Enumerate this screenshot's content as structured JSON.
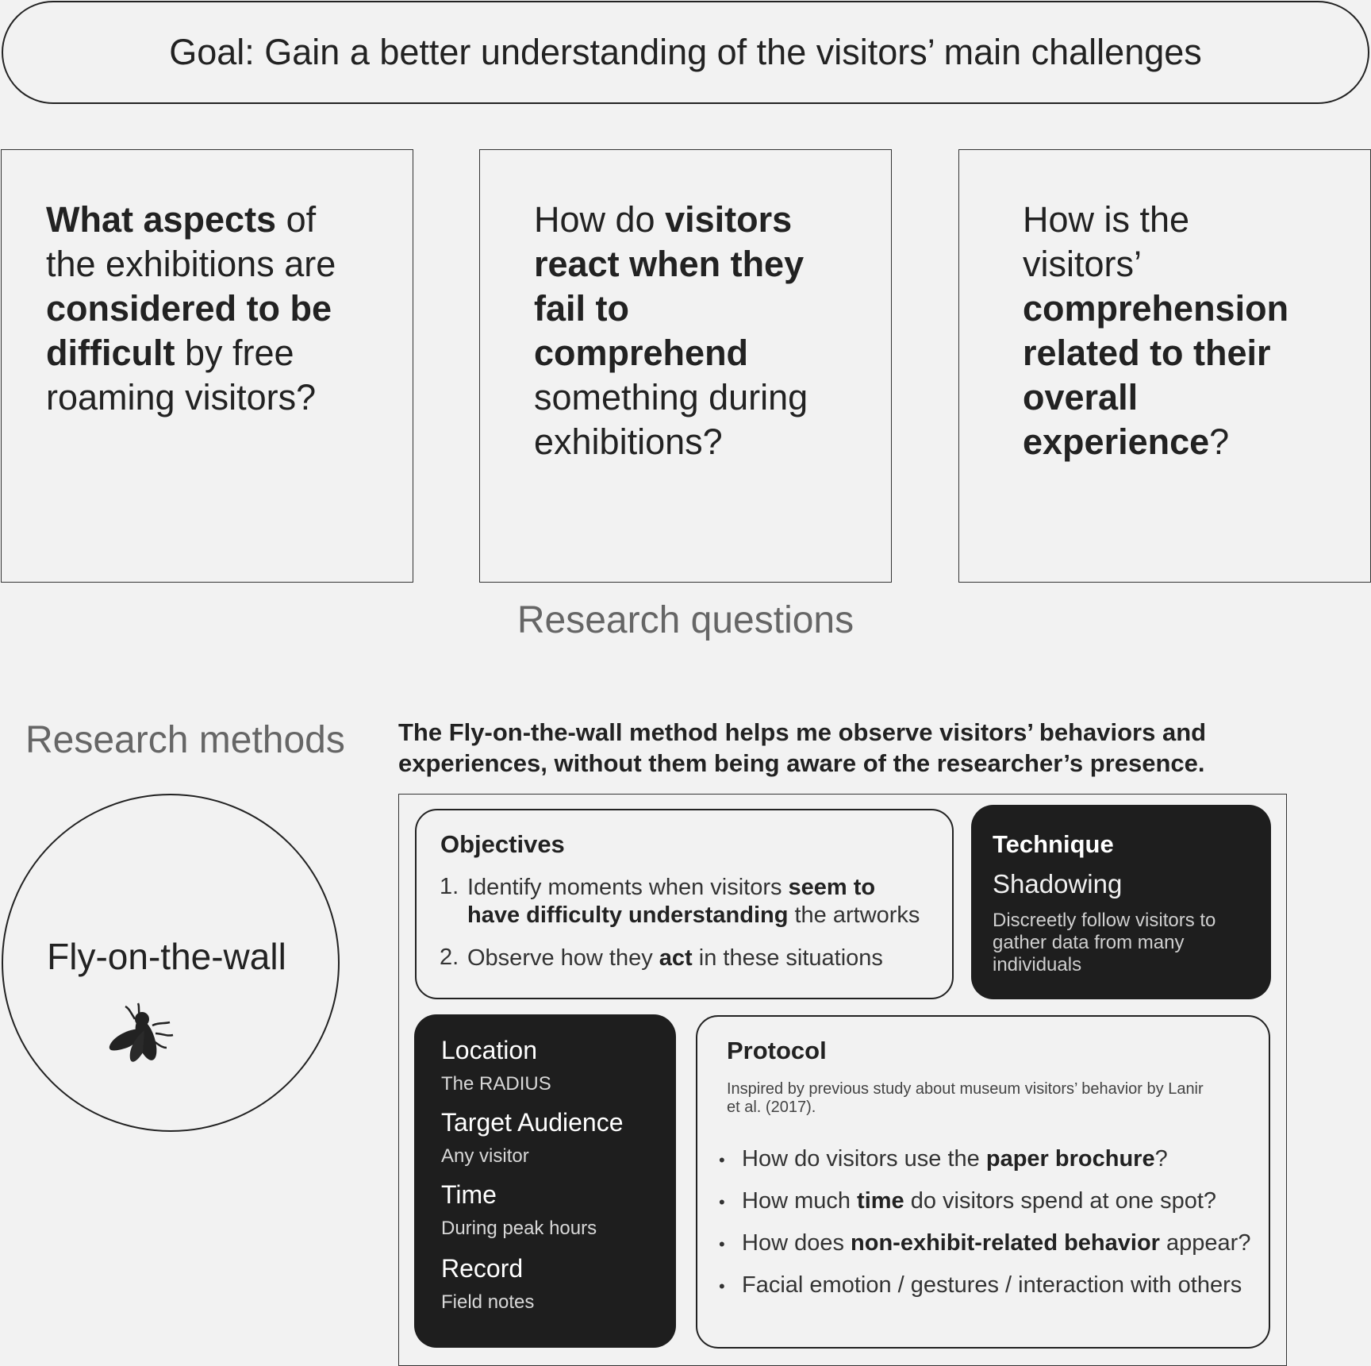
{
  "goal": "Goal: Gain a better understanding of the visitors’ main challenges",
  "research_questions": {
    "label": "Research questions",
    "items": [
      {
        "lines": [
          [
            {
              "t": "What aspects",
              "b": true
            },
            {
              "t": " of",
              "b": false
            }
          ],
          [
            {
              "t": "the exhibitions are",
              "b": false
            }
          ],
          [
            {
              "t": "considered to be",
              "b": true
            }
          ],
          [
            {
              "t": "difficult",
              "b": true
            },
            {
              "t": " by free",
              "b": false
            }
          ],
          [
            {
              "t": "roaming visitors?",
              "b": false
            }
          ]
        ]
      },
      {
        "lines": [
          [
            {
              "t": "How do ",
              "b": false
            },
            {
              "t": "visitors",
              "b": true
            }
          ],
          [
            {
              "t": "react when they",
              "b": true
            }
          ],
          [
            {
              "t": "fail to",
              "b": true
            }
          ],
          [
            {
              "t": "comprehend",
              "b": true
            }
          ],
          [
            {
              "t": "something during",
              "b": false
            }
          ],
          [
            {
              "t": "exhibitions?",
              "b": false
            }
          ]
        ]
      },
      {
        "lines": [
          [
            {
              "t": "How is the",
              "b": false
            }
          ],
          [
            {
              "t": "visitors’",
              "b": false
            }
          ],
          [
            {
              "t": "comprehension",
              "b": true
            }
          ],
          [
            {
              "t": "related to their",
              "b": true
            }
          ],
          [
            {
              "t": "overall",
              "b": true
            }
          ],
          [
            {
              "t": "experience",
              "b": true
            },
            {
              "t": "?",
              "b": false
            }
          ]
        ]
      }
    ]
  },
  "research_methods": {
    "label": "Research methods",
    "method_name": "Fly-on-the-wall",
    "method_icon": "fly-icon",
    "description": "The Fly-on-the-wall method helps me observe visitors’ behaviors and experiences, without them being aware of the researcher’s presence."
  },
  "objectives": {
    "title": "Objectives",
    "items": [
      {
        "num": "1.",
        "lines": [
          [
            {
              "t": "Identify moments when visitors ",
              "b": false
            },
            {
              "t": "seem to",
              "b": true
            }
          ],
          [
            {
              "t": "have difficulty understanding",
              "b": true
            },
            {
              "t": " the artworks",
              "b": false
            }
          ]
        ]
      },
      {
        "num": "2.",
        "lines": [
          [
            {
              "t": "Observe how they ",
              "b": false
            },
            {
              "t": "act",
              "b": true
            },
            {
              "t": " in these situations",
              "b": false
            }
          ]
        ]
      }
    ]
  },
  "technique": {
    "title": "Technique",
    "name": "Shadowing",
    "description": "Discreetly follow visitors to gather data from many individuals"
  },
  "details": [
    {
      "heading": "Location",
      "value": "The RADIUS"
    },
    {
      "heading": "Target Audience",
      "value": "Any visitor"
    },
    {
      "heading": "Time",
      "value": "During peak hours"
    },
    {
      "heading": "Record",
      "value": "Field notes"
    }
  ],
  "protocol": {
    "title": "Protocol",
    "note": "Inspired by previous study about museum visitors’ behavior by Lanir et al. (2017).",
    "bullets": [
      [
        {
          "t": "How do visitors use the ",
          "b": false
        },
        {
          "t": "paper brochure",
          "b": true
        },
        {
          "t": "?",
          "b": false
        }
      ],
      [
        {
          "t": "How much ",
          "b": false
        },
        {
          "t": "time",
          "b": true
        },
        {
          "t": " do visitors spend at one spot?",
          "b": false
        }
      ],
      [
        {
          "t": "How does ",
          "b": false
        },
        {
          "t": "non-exhibit-related behavior",
          "b": true
        },
        {
          "t": " appear?",
          "b": false
        }
      ],
      [
        {
          "t": "Facial emotion / gestures / interaction with others",
          "b": false
        }
      ]
    ]
  },
  "colors": {
    "background": "#f2f2f2",
    "dark_card": "#1e1e1e",
    "text": "#222222",
    "muted": "#666666"
  }
}
